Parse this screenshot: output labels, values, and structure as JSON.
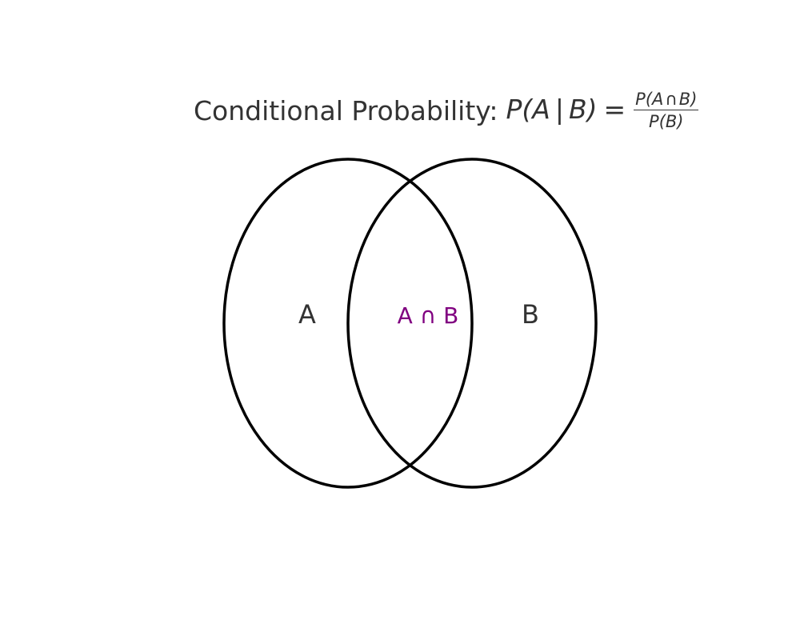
{
  "title": {
    "prefix": "Conditional Probability:",
    "lhs_p": "P",
    "lhs_open": "(",
    "lhs_a": "A",
    "lhs_bar": "|",
    "lhs_b": "B",
    "lhs_close": ")",
    "equals": "=",
    "numerator_pre": "P(A",
    "numerator_op": "∩",
    "numerator_post": "B)",
    "denominator": "P(B)"
  },
  "diagram": {
    "sets": [
      {
        "name": "A",
        "label": "A"
      },
      {
        "name": "B",
        "label": "B"
      }
    ],
    "intersection": {
      "label": "A ∩ B",
      "color": "#800080"
    },
    "outline_color": "#000000",
    "text_color": "#333333"
  }
}
